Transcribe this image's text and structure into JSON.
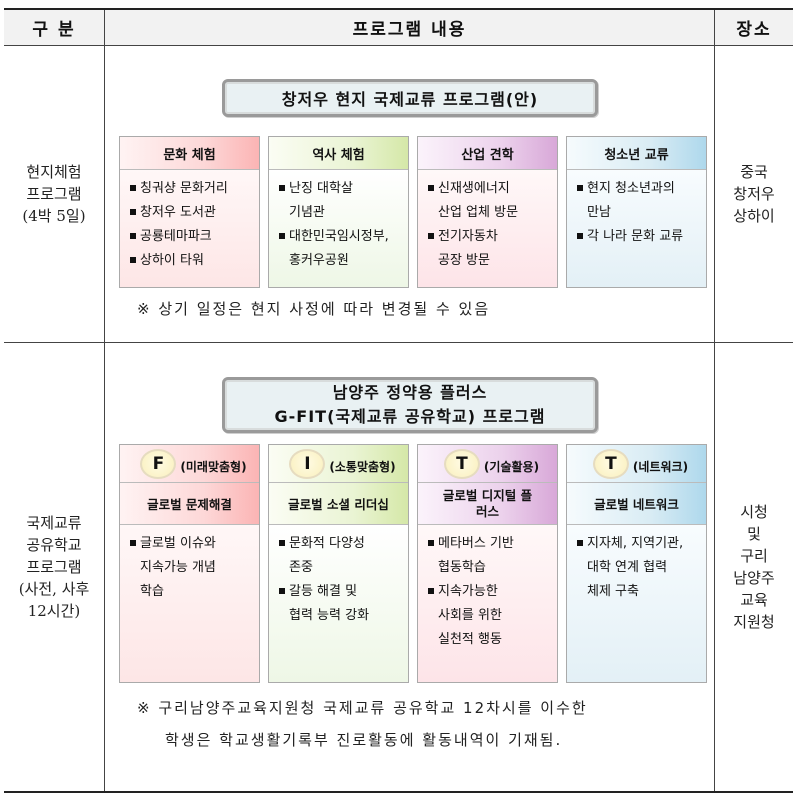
{
  "header": {
    "category": "구 분",
    "content": "프로그램 내용",
    "place": "장소"
  },
  "rows": [
    {
      "category_lines": [
        "현지체험",
        "프로그램",
        "(4박 5일)"
      ],
      "title_lines": [
        "창저우 현지 국제교류 프로그램(안)"
      ],
      "cards": [
        {
          "heading": "문화 체험",
          "items": [
            [
              "칭궈샹 문화거리"
            ],
            [
              "창저우 도서관"
            ],
            [
              "공룡테마파크"
            ],
            [
              "상하이 타워"
            ]
          ]
        },
        {
          "heading": "역사 체험",
          "items": [
            [
              "난징 대학살",
              "기념관"
            ],
            [
              "대한민국임시정부,",
              "홍커우공원"
            ]
          ]
        },
        {
          "heading": "산업 견학",
          "items": [
            [
              "신재생에너지",
              "산업 업체 방문"
            ],
            [
              "전기자동차",
              "공장 방문"
            ]
          ]
        },
        {
          "heading": "청소년 교류",
          "items": [
            [
              "현지 청소년과의",
              "만남"
            ],
            [
              "각 나라 문화 교류"
            ]
          ]
        }
      ],
      "note": "※ 상기 일정은 현지 사정에 따라 변경될 수 있음",
      "place_lines": [
        "중국",
        "창저우",
        "상하이"
      ]
    },
    {
      "category_lines": [
        "국제교류",
        "공유학교",
        "프로그램",
        "(사전, 사후",
        "12시간)"
      ],
      "title_lines": [
        "남양주 정약용 플러스",
        "G-FIT(국제교류 공유학교) 프로그램"
      ],
      "cards": [
        {
          "badge": "F",
          "badge_label": "(미래맞춤형)",
          "heading": "글로벌 문제해결",
          "items": [
            [
              "글로벌 이슈와",
              "지속가능 개념",
              "학습"
            ]
          ]
        },
        {
          "badge": "I",
          "badge_label": "(소통맞춤형)",
          "heading": "글로벌 소셜 리더십",
          "items": [
            [
              "문화적 다양성",
              "존중"
            ],
            [
              "갈등 해결 및",
              "협력 능력 강화"
            ]
          ]
        },
        {
          "badge": "T",
          "badge_label": "(기술활용)",
          "heading": "글로벌 디지털 플러스",
          "items": [
            [
              "메타버스 기반",
              "협동학습"
            ],
            [
              "지속가능한",
              "사회를 위한",
              "실천적 행동"
            ]
          ]
        },
        {
          "badge": "T",
          "badge_label": "(네트워크)",
          "heading": "글로벌 네트워크",
          "items": [
            [
              "지자체, 지역기관,",
              "대학 연계 협력",
              "체제 구축"
            ]
          ]
        }
      ],
      "note_lines": [
        "※ 구리남양주교육지원청 국제교류 공유학교 12차시를 이수한",
        "학생은 학교생활기록부 진로활동에 활동내역이 기재됨."
      ],
      "place_lines": [
        "시청",
        "및",
        "구리",
        "남양주",
        "교육",
        "지원청"
      ]
    }
  ]
}
